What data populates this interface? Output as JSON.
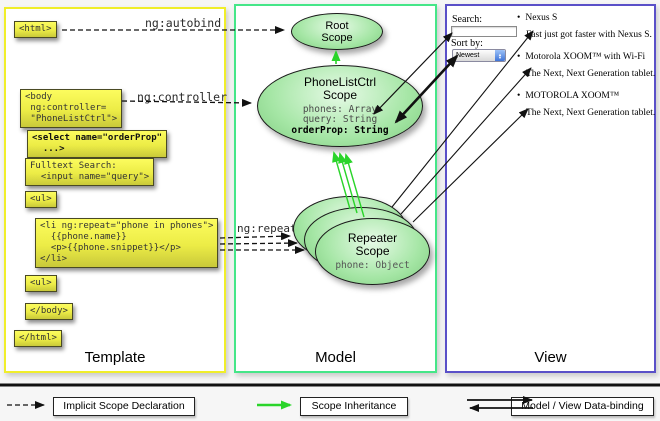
{
  "columns": {
    "template": "Template",
    "model": "Model",
    "view": "View"
  },
  "annotations": {
    "autobind": "ng:autobind",
    "controller": "ng:controller",
    "repeat": "ng:repeat"
  },
  "code_boxes": {
    "html_open": "<html>",
    "body_open": "<body\n ng:controller=\n \"PhoneListCtrl\">",
    "select": "<select name=\"orderProp\"\n  ...>",
    "fulltext": "Fulltext Search:\n  <input name=\"query\">",
    "ul_open": "<ul>",
    "li_repeat": "<li ng:repeat=\"phone in phones\">\n  {{phone.name}}\n  <p>{{phone.snippet}}</p>\n</li>",
    "ul_close": "<ul>",
    "body_close": "</body>",
    "html_close": "</html>"
  },
  "scopes": {
    "root": {
      "title": "Root\nScope"
    },
    "phone_list_ctrl": {
      "title": "PhoneListCtrl\nScope",
      "props": "phones: Array\nquery: String",
      "bold_prop": "orderProp: String"
    },
    "repeater": {
      "title": "Repeater\nScope",
      "prop": "phone: Object"
    }
  },
  "view": {
    "search_label": "Search:",
    "search_value": "",
    "sort_label": "Sort by:",
    "sort_value": "Newest",
    "items": [
      {
        "name": "Nexus S",
        "desc": "Fast just got faster with Nexus S."
      },
      {
        "name": "Motorola XOOM™ with Wi-Fi",
        "desc": "The Next, Next Generation tablet."
      },
      {
        "name": "MOTOROLA XOOM™",
        "desc": "The Next, Next Generation tablet."
      }
    ]
  },
  "legend": {
    "implicit": "Implicit Scope Declaration",
    "inheritance": "Scope Inheritance",
    "binding": "Model / View Data-binding"
  },
  "colors": {
    "template_border": "#f0ee2a",
    "model_border": "#45e688",
    "view_border": "#5a50c8",
    "inheritance_green": "#2ad42a",
    "code_box_yellow": "#ecec46",
    "scope_green": "#a5e6a5"
  }
}
